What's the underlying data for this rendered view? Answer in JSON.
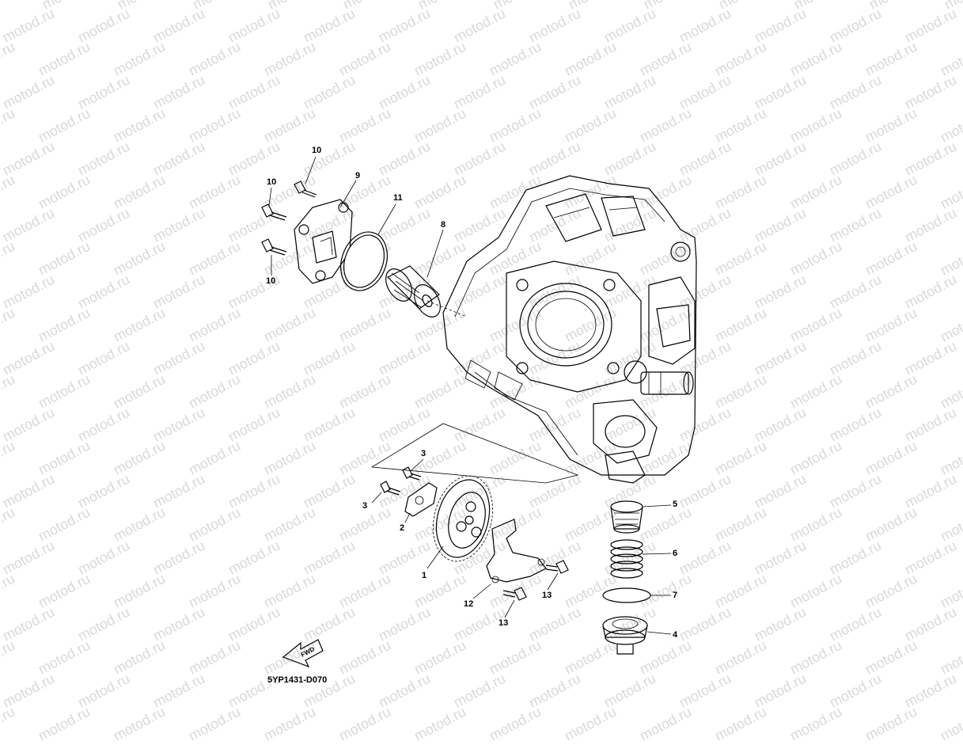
{
  "watermark": "motod.ru",
  "diagram_code": "5YP1431-D070",
  "fwd_label": "FWD",
  "callouts": [
    {
      "id": "c-10a",
      "text": "10"
    },
    {
      "id": "c-10b",
      "text": "10"
    },
    {
      "id": "c-10c",
      "text": "10"
    },
    {
      "id": "c-9",
      "text": "9"
    },
    {
      "id": "c-11",
      "text": "11"
    },
    {
      "id": "c-8",
      "text": "8"
    },
    {
      "id": "c-3a",
      "text": "3"
    },
    {
      "id": "c-3b",
      "text": "3"
    },
    {
      "id": "c-2",
      "text": "2"
    },
    {
      "id": "c-1",
      "text": "1"
    },
    {
      "id": "c-12",
      "text": "12"
    },
    {
      "id": "c-13a",
      "text": "13"
    },
    {
      "id": "c-13b",
      "text": "13"
    },
    {
      "id": "c-5",
      "text": "5"
    },
    {
      "id": "c-6",
      "text": "6"
    },
    {
      "id": "c-7",
      "text": "7"
    },
    {
      "id": "c-4",
      "text": "4"
    }
  ]
}
